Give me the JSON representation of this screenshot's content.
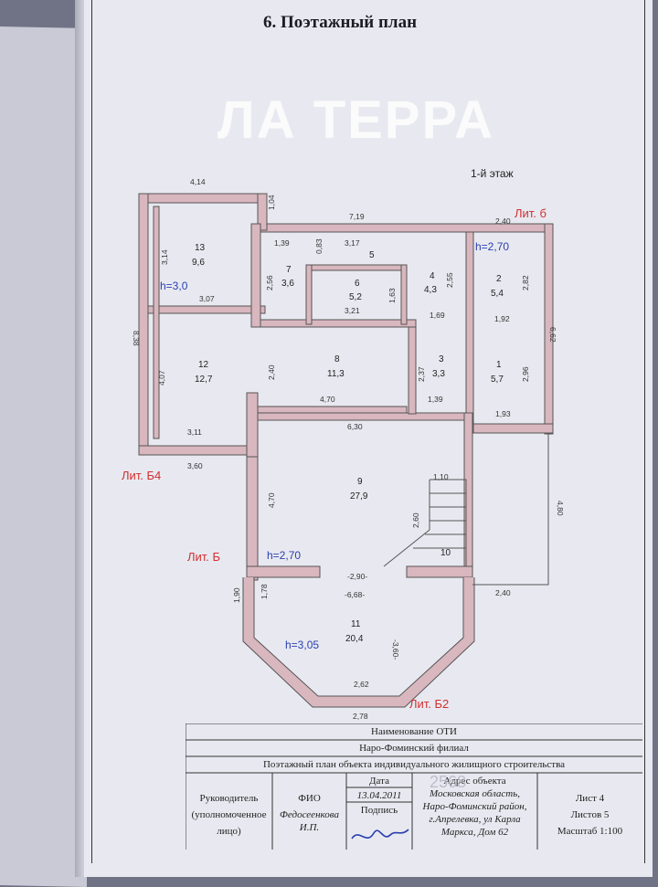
{
  "title": "6. Поэтажный план",
  "watermark": "ЛА ТЕРРА",
  "floor_label": "1-й этаж",
  "colors": {
    "wall": "#d9b7bf",
    "wall_stroke": "#555555",
    "red_label": "#d03030",
    "blue_label": "#2a3fb0"
  },
  "lit_labels": [
    "Лит. б",
    "Лит. Б4",
    "Лит. Б",
    "Лит. Б2"
  ],
  "heights": [
    "h=2,70",
    "h=3,0",
    "h=2,70",
    "h=3,05"
  ],
  "rooms": [
    {
      "num": "13",
      "area": "9,6"
    },
    {
      "num": "5",
      "area": ""
    },
    {
      "num": "7",
      "area": "3,6"
    },
    {
      "num": "6",
      "area": "5,2"
    },
    {
      "num": "4",
      "area": "4,3"
    },
    {
      "num": "2",
      "area": "5,4"
    },
    {
      "num": "12",
      "area": "12,7"
    },
    {
      "num": "8",
      "area": "11,3"
    },
    {
      "num": "3",
      "area": "3,3"
    },
    {
      "num": "1",
      "area": "5,7"
    },
    {
      "num": "9",
      "area": "27,9"
    },
    {
      "num": "10",
      "area": ""
    },
    {
      "num": "11",
      "area": "20,4"
    }
  ],
  "dimensions": [
    "4,14",
    "1,04",
    "7,19",
    "2,40",
    "1,39",
    "0,83",
    "3,17",
    "3,14",
    "2,56",
    "2,55",
    "2,82",
    "3,07",
    "1,63",
    "3,21",
    "1,69",
    "1,92",
    "8,38",
    "6,62",
    "4,07",
    "2,40",
    "2,37",
    "2,96",
    "4,70",
    "1,39",
    "1,93",
    "3,11",
    "6,30",
    "3,60",
    "1,10",
    "4,70",
    "2,60",
    "4,80",
    "-2,90-",
    "-6,68-",
    "2,40",
    "1,90",
    "1,78",
    "-3,60-",
    "2,62",
    "2,78"
  ],
  "stamp": {
    "row1": "Наименование ОТИ",
    "row2": "Наро-Фоминский филиал",
    "row3": "Поэтажный план объекта индивидуального жилищного строительства",
    "col1": [
      "Руководитель",
      "(уполномоченное",
      "лицо)"
    ],
    "fio_label": "ФИО",
    "fio_value": [
      "Федосеенкова",
      "И.П."
    ],
    "date_label": "Дата",
    "date_value": "13.04.2011",
    "sign_label": "Подпись",
    "address_label": "Адрес объекта",
    "address_value": [
      "Московская область,",
      "Наро-Фоминский район,",
      "г.Апрелевка, ул Карла",
      "Маркса, Дом 62"
    ],
    "sheet": "Лист 4",
    "sheets": "Листов 5",
    "scale": "Масштаб 1:100"
  },
  "corner_watermark": "2568"
}
